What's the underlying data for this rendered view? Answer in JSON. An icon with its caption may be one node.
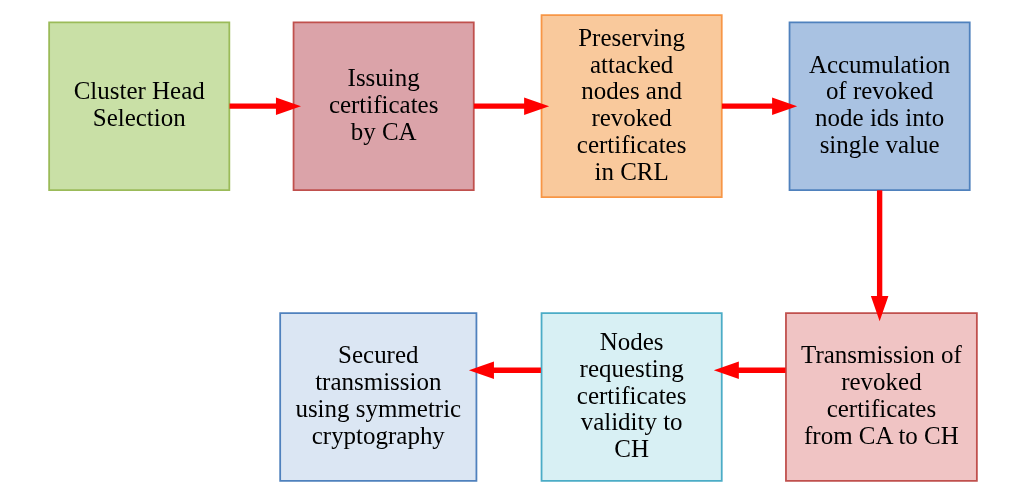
{
  "diagram": {
    "nodes": [
      {
        "text": [
          "Cluster Head Selection"
        ]
      },
      {
        "text": [
          "Issuing certificates by CA"
        ]
      },
      {
        "text": [
          "Preserving attacked nodes and revoked certificates in CRL"
        ]
      },
      {
        "text": [
          "Accumulation of revoked node ids into single value"
        ]
      },
      {
        "text": [
          "Transmission of revoked certificates from CA to CH"
        ]
      },
      {
        "text": [
          "Nodes requesting certificates validity to CH"
        ]
      },
      {
        "text": [
          "Secured transmission using symmetric cryptography"
        ]
      }
    ],
    "edges": [
      {
        "from": 0,
        "to": 1,
        "arrow": "to"
      },
      {
        "from": 1,
        "to": 2,
        "arrow": "to"
      },
      {
        "from": 2,
        "to": 3,
        "arrow": "to"
      },
      {
        "from": 3,
        "to": 4,
        "arrow": "to"
      },
      {
        "from": 4,
        "to": 5,
        "arrow": "to"
      },
      {
        "from": 5,
        "to": 6,
        "arrow": "to"
      }
    ]
  }
}
